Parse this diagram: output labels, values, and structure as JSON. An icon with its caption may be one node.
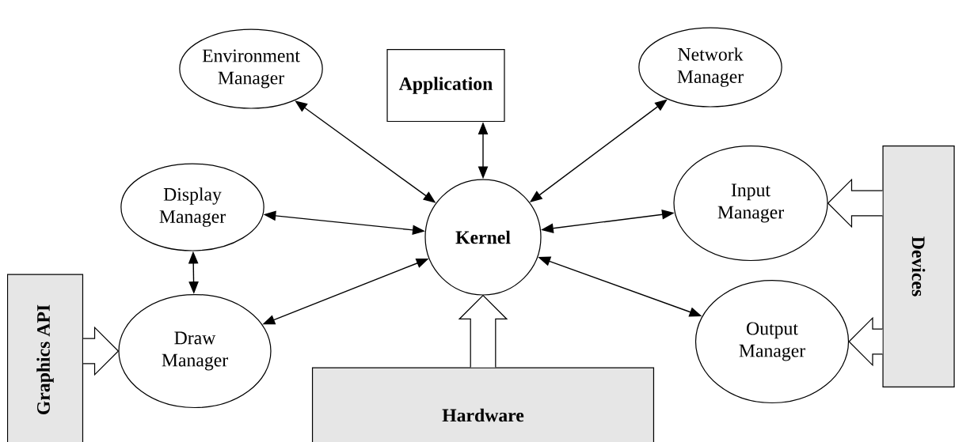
{
  "diagram": {
    "nodes": [
      {
        "text": [
          "Environment Manager"
        ]
      },
      {
        "text": [
          "Application"
        ]
      },
      {
        "text": [
          "Network Manager"
        ]
      },
      {
        "text": [
          "Display Manager"
        ]
      },
      {
        "text": [
          "Kernel"
        ]
      },
      {
        "text": [
          "Input Manager"
        ]
      },
      {
        "text": [
          "Devices"
        ]
      },
      {
        "text": [
          "Graphics API"
        ]
      },
      {
        "text": [
          "Draw Manager"
        ]
      },
      {
        "text": [
          "Output Manager"
        ]
      },
      {
        "text": [
          "Hardware"
        ]
      }
    ],
    "edges": [
      {
        "from": 0,
        "to": 4,
        "arrow": "both"
      },
      {
        "from": 1,
        "to": 4,
        "arrow": "both"
      },
      {
        "from": 2,
        "to": 4,
        "arrow": "both"
      },
      {
        "from": 3,
        "to": 4,
        "arrow": "both"
      },
      {
        "from": 4,
        "to": 5,
        "arrow": "both"
      },
      {
        "from": 3,
        "to": 8,
        "arrow": "both"
      },
      {
        "from": 4,
        "to": 8,
        "arrow": "both"
      },
      {
        "from": 4,
        "to": 9,
        "arrow": "both"
      },
      {
        "from": 7,
        "to": 8,
        "arrow": "to",
        "style": "thick"
      },
      {
        "from": 10,
        "to": 4,
        "arrow": "to",
        "style": "thick"
      },
      {
        "from": 6,
        "to": 5,
        "arrow": "to",
        "style": "thick"
      },
      {
        "from": 6,
        "to": 9,
        "arrow": "to",
        "style": "thick"
      }
    ]
  }
}
